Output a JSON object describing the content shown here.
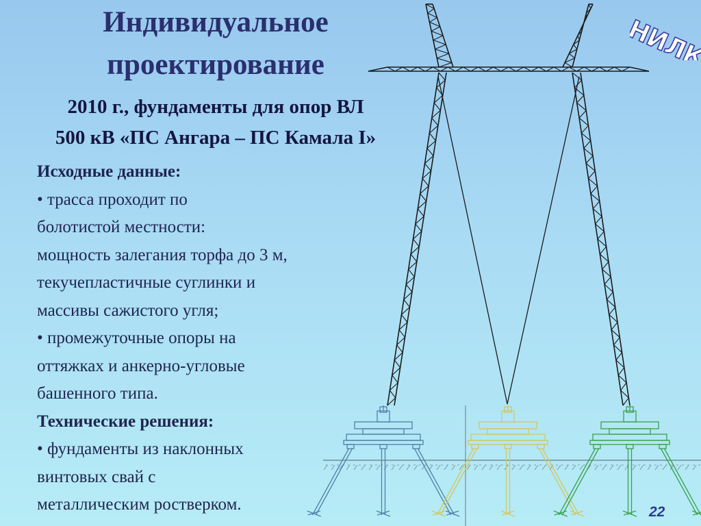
{
  "slide": {
    "title_line1": "Индивидуальное",
    "title_line2": "проектирование",
    "subtitle_line1": "2010 г., фундаменты для опор ВЛ",
    "subtitle_line2": "500 кВ «ПС Ангара – ПС Камала I»",
    "body": [
      "Исходные данные:",
      "• трасса проходит по",
      "болотистой местности:",
      "мощность залегания торфа до 3 м,",
      "текучепластичные суглинки и",
      "массивы сажистого угля;",
      "• промежуточные опоры на",
      "оттяжках и анкерно-угловые",
      "башенного типа.",
      "Технические решения:",
      "• фундаменты из наклонных",
      "винтовых свай с",
      "металлическим ростверком."
    ],
    "logo_text": "НИЛКЭС",
    "page_number": "22"
  },
  "colors": {
    "title": "#2a2f6e",
    "text": "#1f2550",
    "tower_line": "#1a1a1a",
    "foundation_blue": "#4f7fa8",
    "foundation_yellow": "#d0c860",
    "foundation_green": "#3aa04a",
    "logo_outline": "#3a3aa8"
  }
}
